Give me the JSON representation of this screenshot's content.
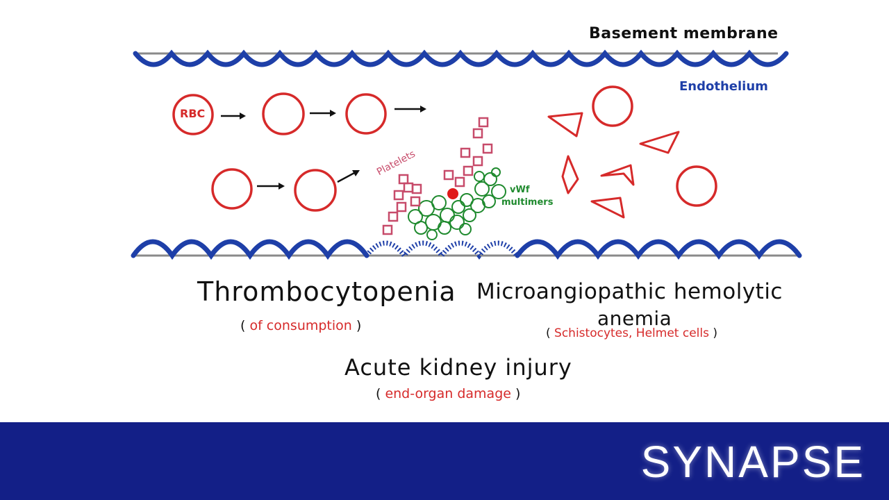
{
  "labels": {
    "basement_membrane": "Basement membrane",
    "endothelium": "Endothelium",
    "rbc": "RBC",
    "platelets": "Platelets",
    "vwf_line1": "vWf",
    "vwf_line2": "multimers"
  },
  "findings": {
    "thrombocytopenia": "Thrombocytopenia",
    "thrombocytopenia_sub": "of consumption",
    "mah_line1": "Microangiopathic hemolytic",
    "mah_line2": "anemia",
    "mah_sub": "Schistocytes, Helmet cells",
    "aki": "Acute kidney injury",
    "aki_sub": "end-organ damage"
  },
  "footer": {
    "brand": "SYNAPSE"
  },
  "colors": {
    "membrane_line": "#8a8a8a",
    "endothelium": "#1e3fa8",
    "rbc": "#d62a2a",
    "platelet": "#c74b6a",
    "vwf": "#1f8a2e",
    "footer_bg": "#131f87"
  }
}
